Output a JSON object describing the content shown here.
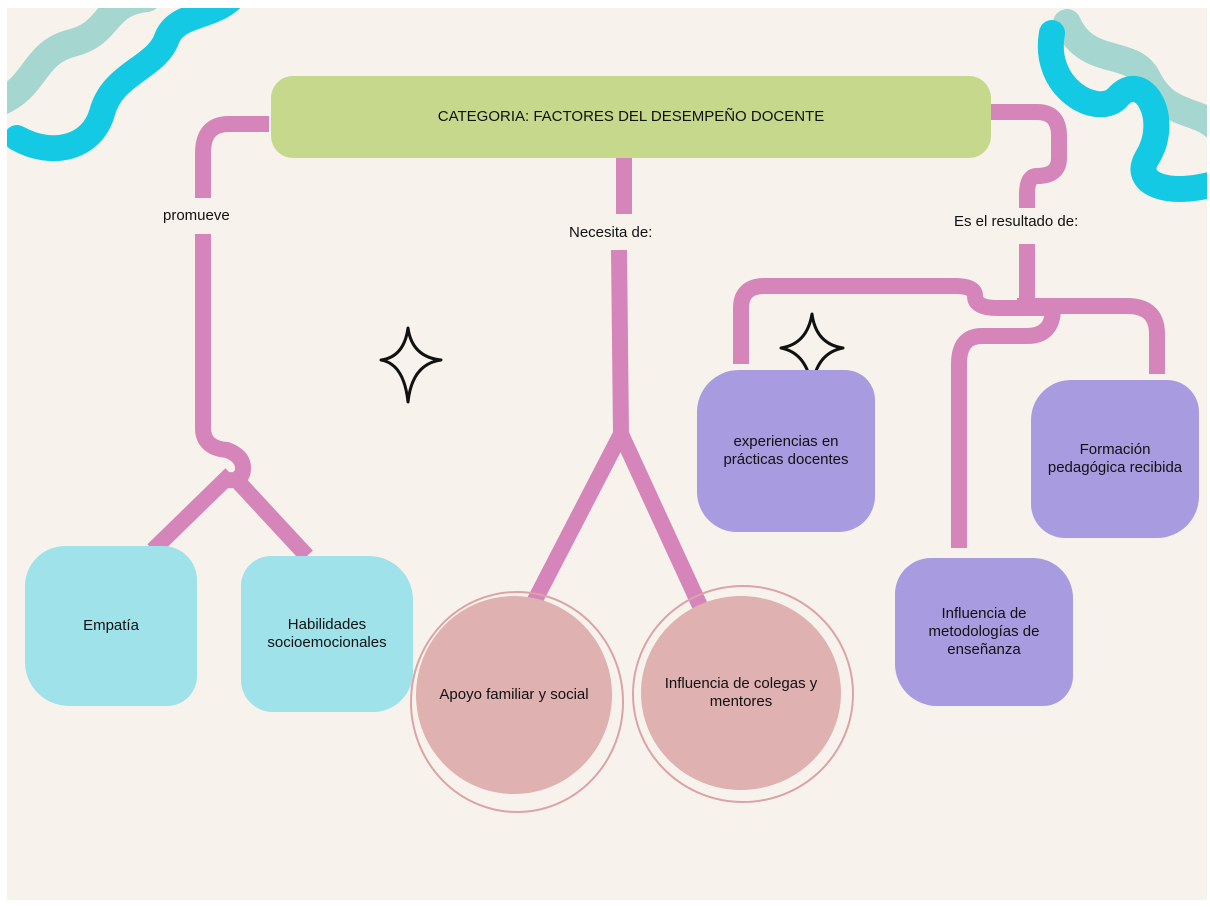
{
  "diagram": {
    "title": "CATEGORIA: FACTORES DEL DESEMPEÑO DOCENTE",
    "branches": {
      "left": {
        "connector": "promueve",
        "children": [
          "Empatía",
          "Habilidades socioemocionales"
        ]
      },
      "middle": {
        "connector": "Necesita de:",
        "children": [
          "Apoyo familiar y social",
          "Influencia de colegas y mentores"
        ]
      },
      "right": {
        "connector": "Es el resultado de:",
        "children": [
          "experiencias en prácticas docentes",
          "Influencia de metodologías de enseñanza",
          "Formación pedagógica recibida"
        ]
      }
    }
  },
  "colors": {
    "background": "#f7f3ec",
    "title_box": "#c5d88c",
    "connector_lines": "#d585b9",
    "cyan_nodes": "#9fe2ea",
    "purple_nodes": "#a89be0",
    "circle_nodes": "#dfb1b1",
    "circle_outline": "#dba3a8",
    "decor_teal": "#a6d6d0",
    "decor_cyan": "#14c9e4"
  },
  "icons": [
    "sparkle-icon",
    "sparkle-icon",
    "squiggle-decoration",
    "squiggle-decoration"
  ]
}
